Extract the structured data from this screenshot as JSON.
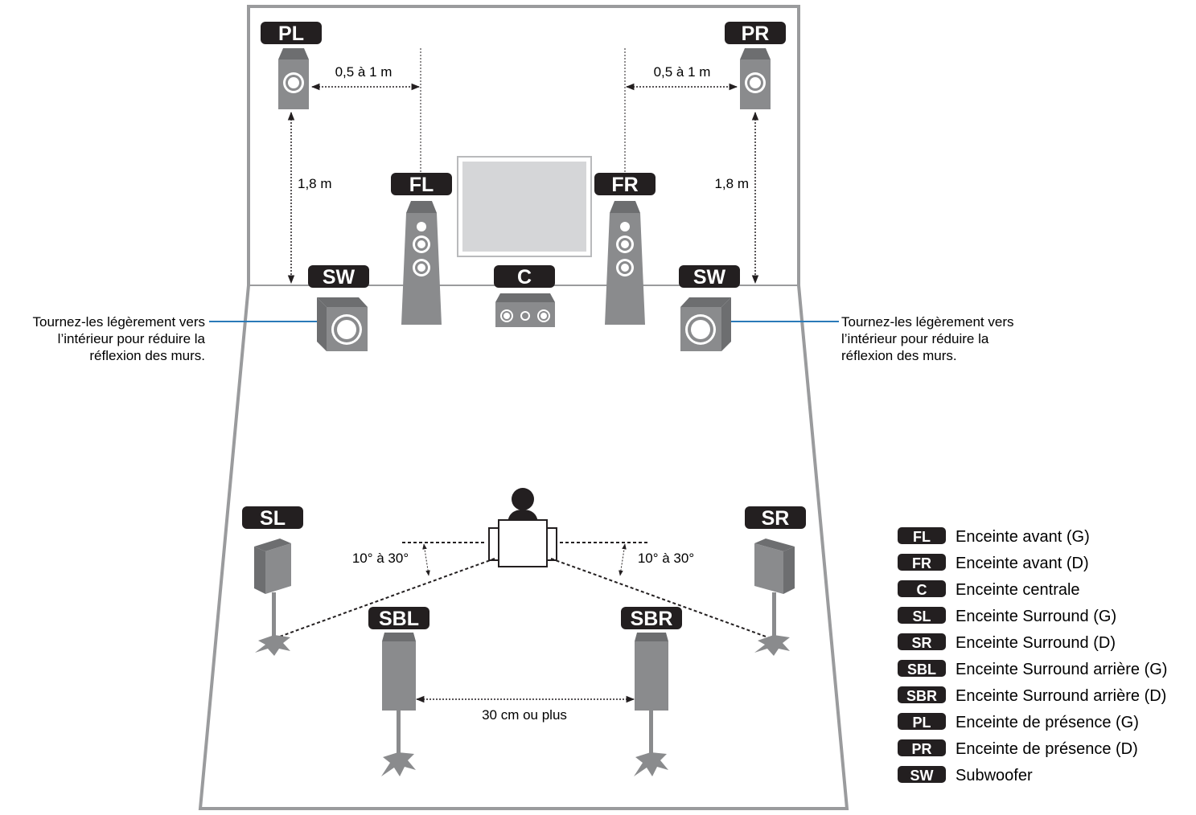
{
  "badges": {
    "pl": "PL",
    "pr": "PR",
    "fl": "FL",
    "fr": "FR",
    "c": "C",
    "sw_left": "SW",
    "sw_right": "SW",
    "sl": "SL",
    "sr": "SR",
    "sbl": "SBL",
    "sbr": "SBR"
  },
  "measurements": {
    "presence_left_gap": "0,5 à 1 m",
    "presence_right_gap": "0,5 à 1 m",
    "height_left": "1,8 m",
    "height_right": "1,8 m",
    "angle_left": "10° à 30°",
    "angle_right": "10° à 30°",
    "surround_back_gap": "30 cm ou plus"
  },
  "notes": {
    "left": [
      "Tournez-les légèrement vers",
      "l’intérieur pour réduire la",
      "réflexion des murs."
    ],
    "right": [
      "Tournez-les légèrement vers",
      "l’intérieur pour réduire la",
      "réflexion des murs."
    ]
  },
  "legend": [
    {
      "badge": "FL",
      "text": "Enceinte avant (G)"
    },
    {
      "badge": "FR",
      "text": "Enceinte avant (D)"
    },
    {
      "badge": "C",
      "text": "Enceinte centrale"
    },
    {
      "badge": "SL",
      "text": "Enceinte Surround (G)"
    },
    {
      "badge": "SR",
      "text": "Enceinte Surround (D)"
    },
    {
      "badge": "SBL",
      "text": "Enceinte Surround arrière (G)"
    },
    {
      "badge": "SBR",
      "text": "Enceinte Surround arrière (D)"
    },
    {
      "badge": "PL",
      "text": "Enceinte de présence (G)"
    },
    {
      "badge": "PR",
      "text": "Enceinte de présence (D)"
    },
    {
      "badge": "SW",
      "text": "Subwoofer"
    }
  ],
  "colors": {
    "badge": "#231f20",
    "speaker": "#8a8b8d",
    "speaker_dark": "#6d6e70",
    "room_line": "#9a9b9d",
    "note_line": "#2a7ab8",
    "screen": "#d5d6d8"
  }
}
